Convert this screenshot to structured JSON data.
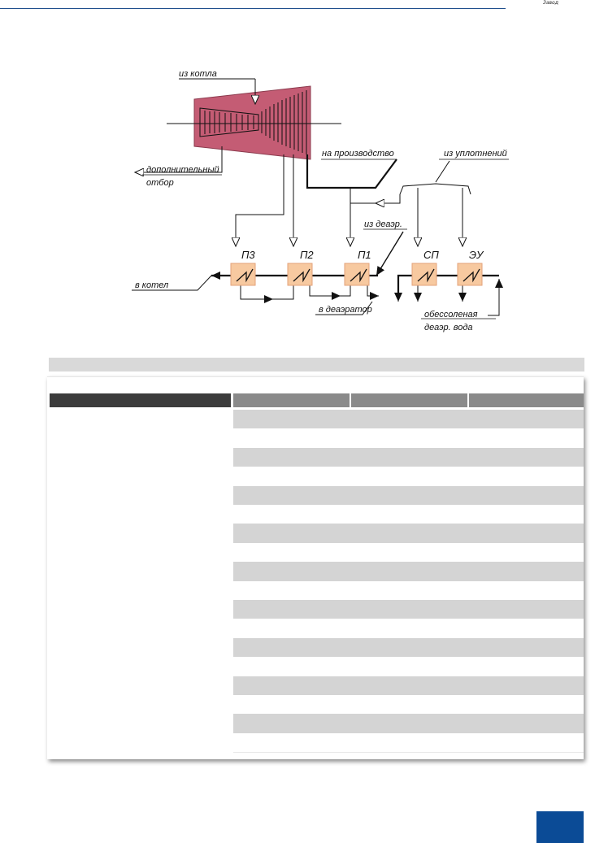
{
  "header": {
    "corner_text": "Завод",
    "rule_color": "#1f4e8c"
  },
  "schema": {
    "turbine_color": "#c45c74",
    "heater_color": "#f7c9a0",
    "labels": {
      "from_boiler": "из котла",
      "additional_extraction_1": "дополнительный",
      "additional_extraction_2": "отбор",
      "to_production": "на производство",
      "from_seals": "из уплотнений",
      "from_deaerator": "из деаэр.",
      "to_boiler": "в котел",
      "to_deaerator": "в деаэратор",
      "desalinated": "обессоленая",
      "deaerated_water": "деаэр. вода",
      "p3": "П3",
      "p2": "П2",
      "p1": "П1",
      "sp": "СП",
      "eu": "ЭУ"
    }
  },
  "table": {
    "caption": "",
    "headers": [
      "",
      "",
      "",
      ""
    ],
    "row_count": 18
  },
  "footer": {
    "page_tab_color": "#0b4b96"
  }
}
